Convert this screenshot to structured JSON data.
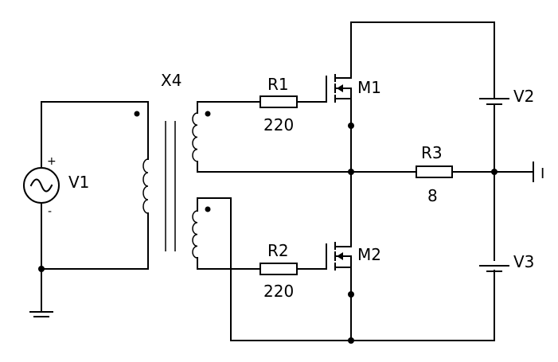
{
  "components": {
    "v1": {
      "label": "V1",
      "plus": "+",
      "minus": "-"
    },
    "x4": {
      "label": "X4"
    },
    "r1": {
      "label": "R1",
      "value": "220"
    },
    "r2": {
      "label": "R2",
      "value": "220"
    },
    "r3": {
      "label": "R3",
      "value": "8"
    },
    "m1": {
      "label": "M1"
    },
    "m2": {
      "label": "M2"
    },
    "v2": {
      "label": "V2"
    },
    "v3": {
      "label": "V3"
    },
    "out": {
      "label": "I"
    }
  }
}
